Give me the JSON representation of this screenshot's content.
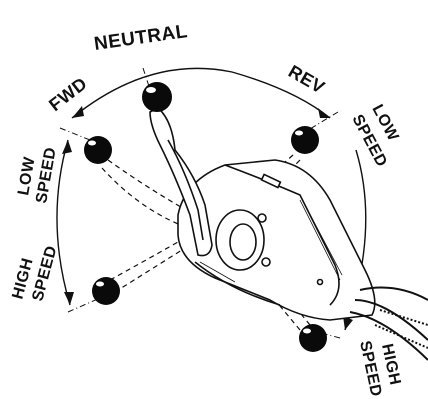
{
  "labels": {
    "neutral": "NEUTRAL",
    "fwd": "FWD",
    "rev": "REV",
    "low_speed_left_1": "LOW",
    "low_speed_left_2": "SPEED",
    "high_speed_left_1": "HIGH",
    "high_speed_left_2": "SPEED",
    "low_speed_right_1": "LOW",
    "low_speed_right_2": "SPEED",
    "high_speed_right_1": "HIGH",
    "high_speed_right_2": "SPEED"
  },
  "colors": {
    "ink": "#111111",
    "paper": "#ffffff",
    "knob": "#0a0a0a"
  }
}
